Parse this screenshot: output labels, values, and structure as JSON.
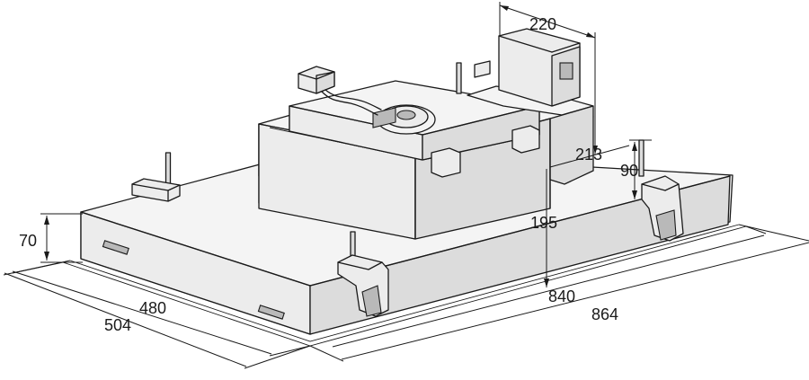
{
  "dimensions": {
    "d220": "220",
    "d213": "213",
    "d90": "90",
    "d195": "195",
    "d70": "70",
    "d480": "480",
    "d504": "504",
    "d840": "840",
    "d864": "864"
  }
}
